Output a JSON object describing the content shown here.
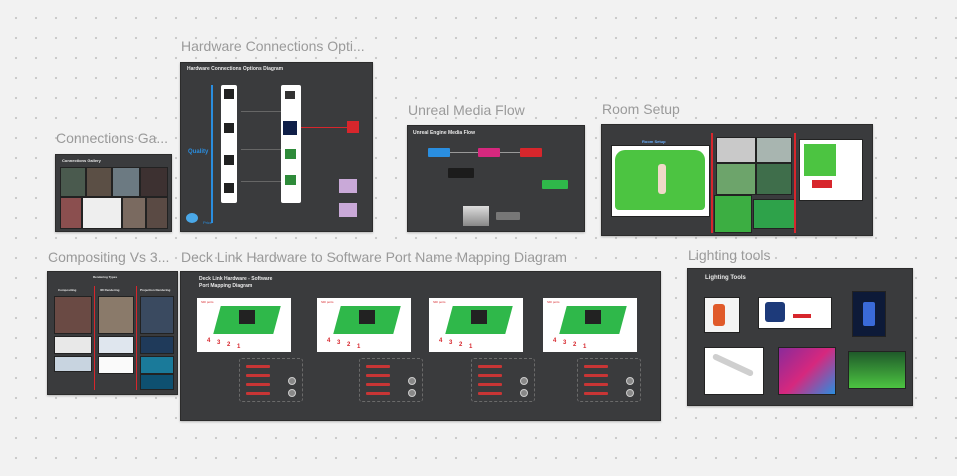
{
  "canvas": {
    "background": "#f2f2f2"
  },
  "frames": {
    "hardware": {
      "title": "Hardware Connections Opti...",
      "board_title": "Hardware Connections Options Diagram",
      "quality_label": "Quality",
      "price_label": "Price"
    },
    "unreal": {
      "title": "Unreal Media Flow",
      "board_title": "Unreal Engine Media Flow"
    },
    "room": {
      "title": "Room Setup",
      "board_title": "Room Setup"
    },
    "gallery": {
      "title": "Connections Ga...",
      "board_title": "Connections Gallery"
    },
    "compositing": {
      "title": "Compositing Vs 3...",
      "board_title": "Rendering Types",
      "columns": [
        "Compositing",
        "3D Rendering",
        "Projection Rendering"
      ]
    },
    "decklink": {
      "title": "Deck Link Hardware to Software Port Name Mapping Diagram",
      "board_title_1": "Deck Link Hardware - Software",
      "board_title_2": "Port Mapping Diagram",
      "sdi_label": "SDI ports",
      "port_numbers": [
        "4",
        "3",
        "2",
        "1"
      ]
    },
    "lighting": {
      "title": "Lighting tools",
      "board_title": "Lighting Tools"
    }
  },
  "colors": {
    "board": "#3a3b3d",
    "accent_red": "#d7262c",
    "accent_blue": "#2a8ee0",
    "chroma_green": "#4cc441"
  }
}
